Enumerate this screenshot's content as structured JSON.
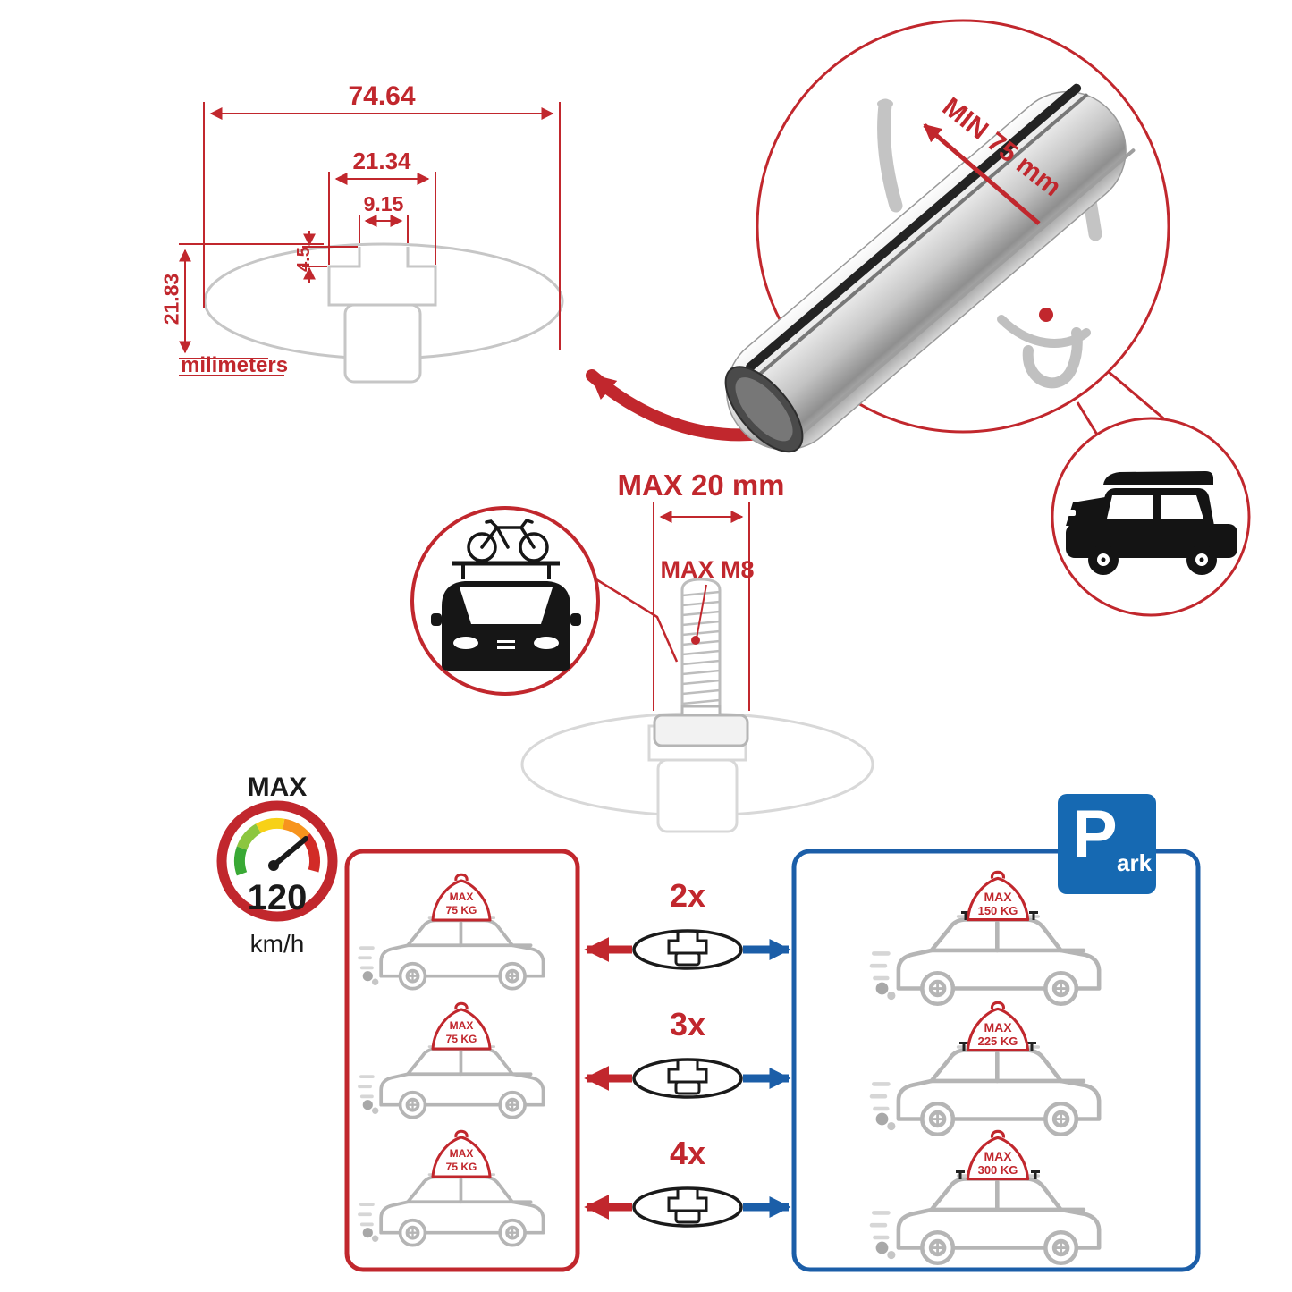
{
  "colors": {
    "red": "#c1272d",
    "blue": "#1b5ea8",
    "gray": "#c6c6c6",
    "park_blue": "#1669b2"
  },
  "dimension_diagram": {
    "total_width": "74.64",
    "inner_width": "21.34",
    "slot_width": "9.15",
    "slot_depth": "4.5",
    "total_height": "21.83",
    "units": "milimeters"
  },
  "clamp_detail": {
    "min_span": "MIN 75 mm"
  },
  "bolt_detail": {
    "max_width": "MAX 20 mm",
    "max_thread": "MAX M8"
  },
  "speed_limit": {
    "label": "MAX",
    "value": "120",
    "unit": "km/h"
  },
  "park_sign": {
    "letter": "P",
    "suffix": "ark"
  },
  "multipliers": [
    {
      "label": "2x"
    },
    {
      "label": "3x"
    },
    {
      "label": "4x"
    }
  ],
  "driving_panel": {
    "loads": [
      {
        "label": "MAX",
        "weight": "75 KG"
      },
      {
        "label": "MAX",
        "weight": "75 KG"
      },
      {
        "label": "MAX",
        "weight": "75 KG"
      }
    ]
  },
  "parked_panel": {
    "loads": [
      {
        "label": "MAX",
        "weight": "150 KG"
      },
      {
        "label": "MAX",
        "weight": "225 KG"
      },
      {
        "label": "MAX",
        "weight": "300 KG"
      }
    ]
  },
  "icons": {
    "speedometer": "speedometer-icon",
    "park": "parking-sign-icon",
    "crossbar_profile": "crossbar-cross-section-icon",
    "roof_cargo": "roof-cargo-bag-icon",
    "suv_side": "suv-side-icon",
    "suv_roofbox": "suv-roofbox-icon",
    "car_front_bike": "car-front-bike-icon",
    "bolt": "threaded-bolt-icon",
    "hook": "clamp-hook-icon",
    "crossbar_render": "aluminum-crossbar-icon"
  }
}
